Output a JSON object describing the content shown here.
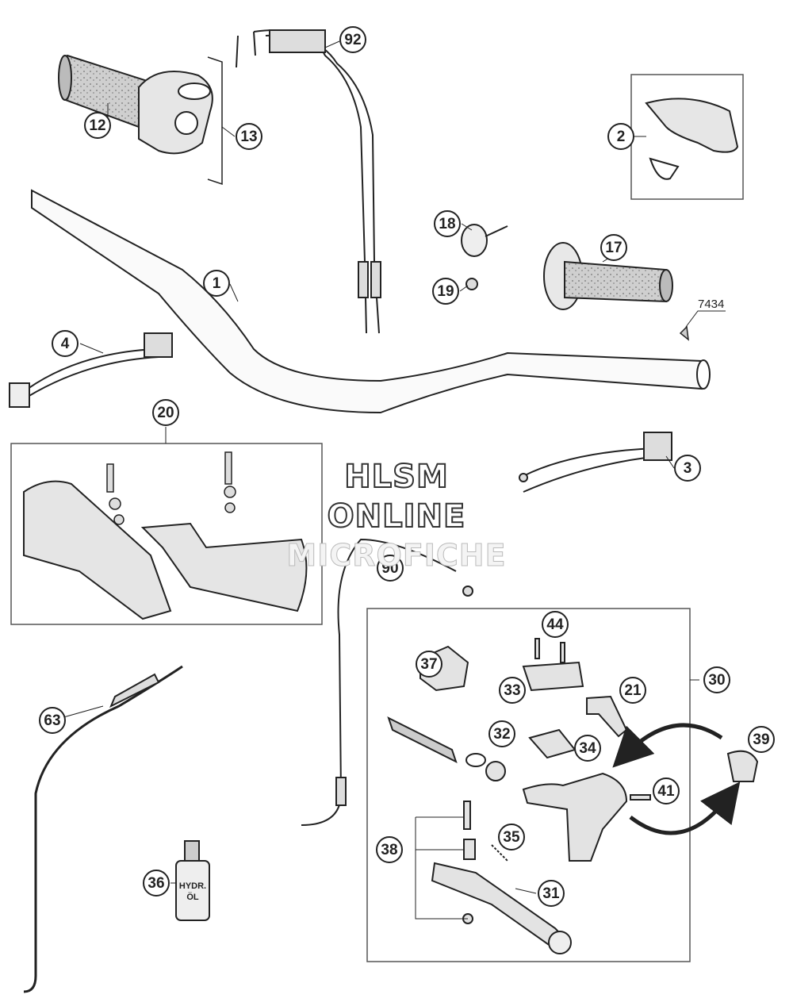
{
  "watermark": {
    "line1": "HLSM",
    "line2": "ONLINE",
    "line3": "MICROFICHE"
  },
  "part_label_7434": "7434",
  "callouts": [
    "12",
    "13",
    "92",
    "2",
    "18",
    "17",
    "19",
    "1",
    "4",
    "20",
    "3",
    "90",
    "44",
    "37",
    "30",
    "33",
    "21",
    "32",
    "34",
    "39",
    "41",
    "63",
    "35",
    "38",
    "36",
    "31"
  ],
  "colors": {
    "line": "#222222",
    "fill": "#d8d8d8",
    "box": "#555555"
  }
}
